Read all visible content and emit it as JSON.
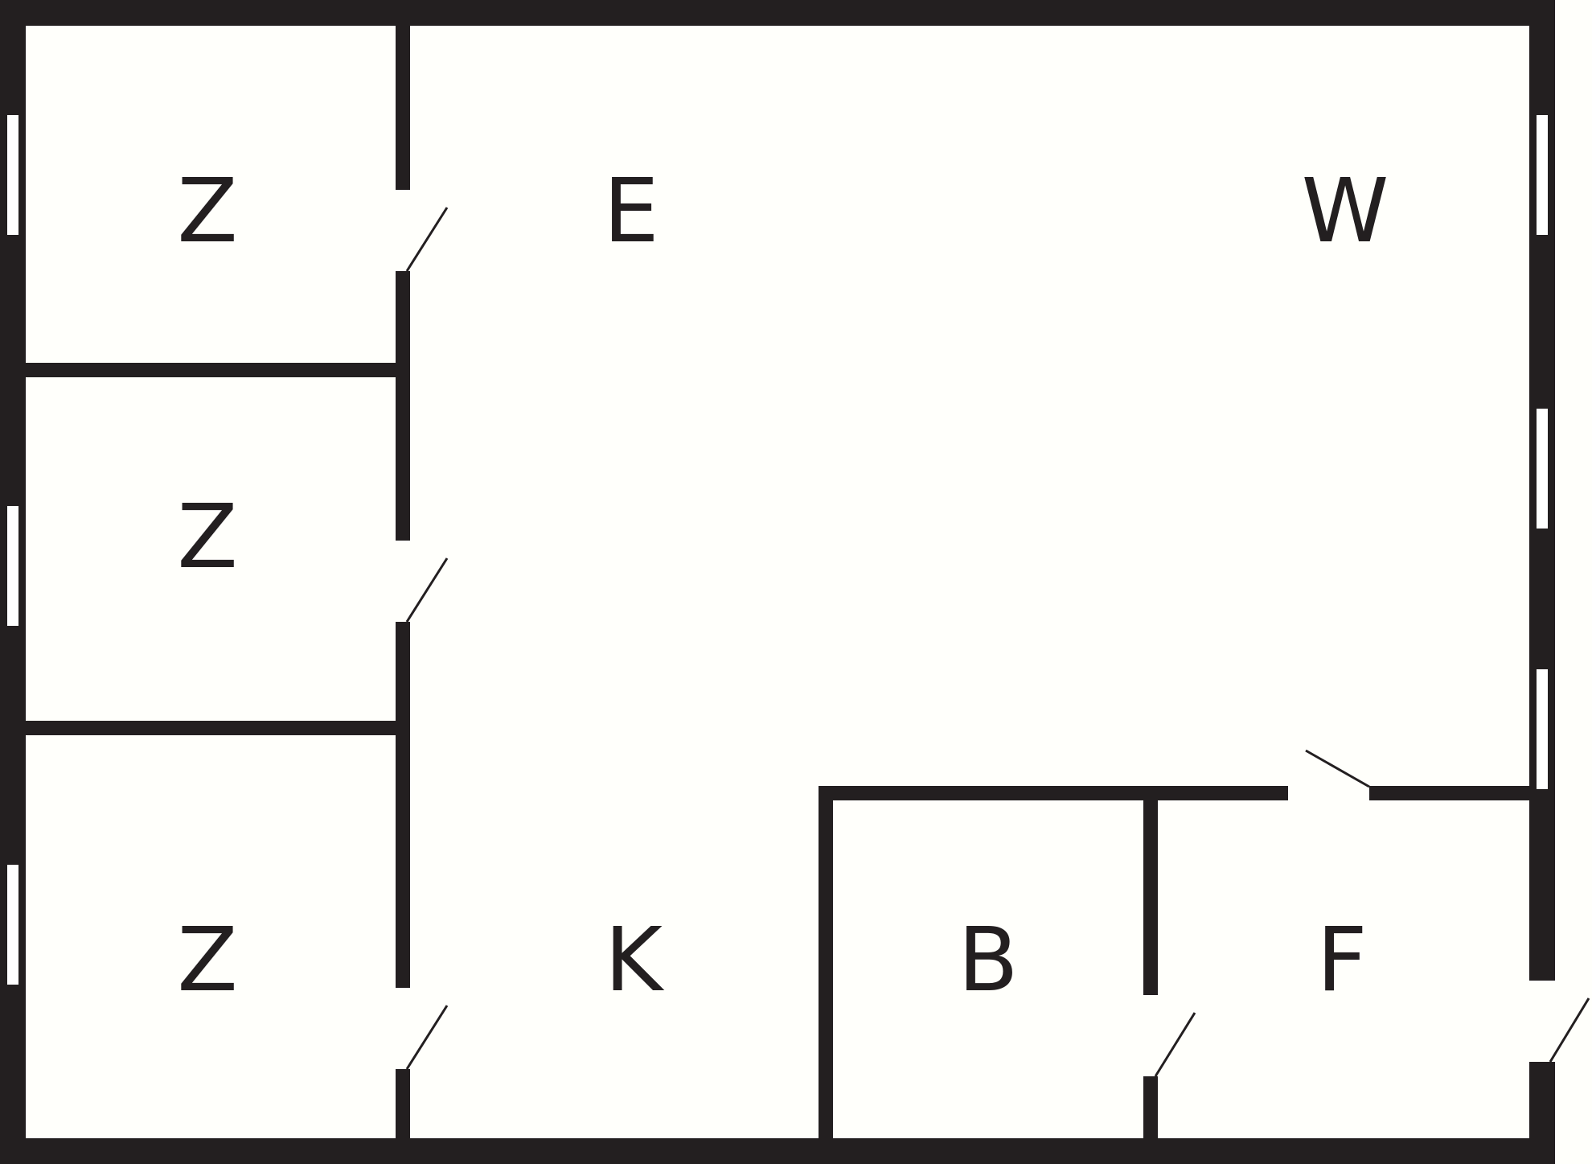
{
  "colors": {
    "wall": "#231f20",
    "background": "#fffffb",
    "window": "#ffffff"
  },
  "rooms": [
    {
      "id": "room-z-top",
      "label": "Z"
    },
    {
      "id": "room-z-middle",
      "label": "Z"
    },
    {
      "id": "room-z-bottom",
      "label": "Z"
    },
    {
      "id": "room-e",
      "label": "E"
    },
    {
      "id": "room-w",
      "label": "W"
    },
    {
      "id": "room-k",
      "label": "K"
    },
    {
      "id": "room-b",
      "label": "B"
    },
    {
      "id": "room-f",
      "label": "F"
    }
  ]
}
